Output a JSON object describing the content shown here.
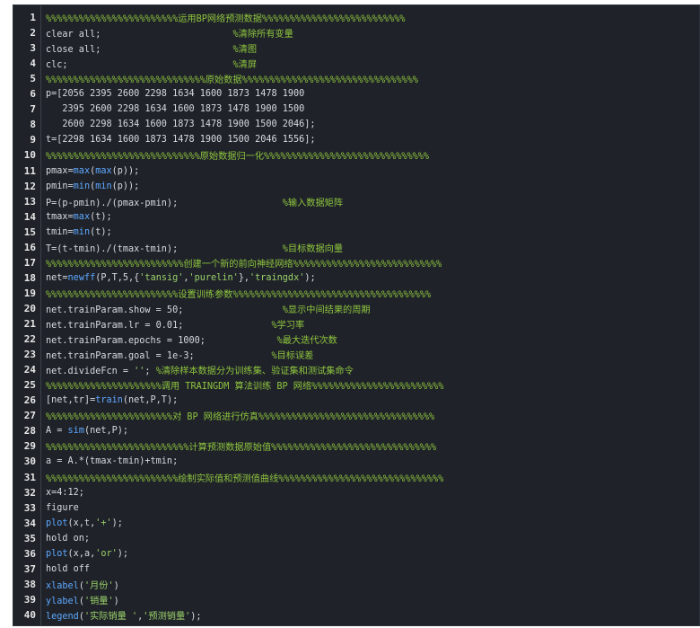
{
  "editor": {
    "lines": [
      {
        "no": "1",
        "segs": [
          {
            "t": "%%%%%%%%%%%%%%%%%%%%%%%%运用BP网络预测数据%%%%%%%%%%%%%%%%%%%%%%%%%%",
            "c": "cm"
          }
        ]
      },
      {
        "no": "2",
        "segs": [
          {
            "t": "clear all;                        ",
            "c": "nm"
          },
          {
            "t": "%清除所有变量",
            "c": "cm"
          }
        ]
      },
      {
        "no": "3",
        "segs": [
          {
            "t": "close all;                        ",
            "c": "nm"
          },
          {
            "t": "%清图",
            "c": "cm"
          }
        ]
      },
      {
        "no": "4",
        "segs": [
          {
            "t": "clc;                              ",
            "c": "nm"
          },
          {
            "t": "%清屏",
            "c": "cm"
          }
        ]
      },
      {
        "no": "5",
        "segs": [
          {
            "t": "%%%%%%%%%%%%%%%%%%%%%%%%%%%%%原始数据%%%%%%%%%%%%%%%%%%%%%%%%%%%%%%%%",
            "c": "cm"
          }
        ]
      },
      {
        "no": "6",
        "segs": [
          {
            "t": "p=[2056 2395 2600 2298 1634 1600 1873 1478 1900",
            "c": "nm"
          }
        ]
      },
      {
        "no": "7",
        "segs": [
          {
            "t": "   2395 2600 2298 1634 1600 1873 1478 1900 1500",
            "c": "nm"
          }
        ]
      },
      {
        "no": "8",
        "segs": [
          {
            "t": "   2600 2298 1634 1600 1873 1478 1900 1500 2046];",
            "c": "nm"
          }
        ]
      },
      {
        "no": "9",
        "segs": [
          {
            "t": "t=[2298 1634 1600 1873 1478 1900 1500 2046 1556];",
            "c": "nm"
          }
        ]
      },
      {
        "no": "10",
        "segs": [
          {
            "t": "%%%%%%%%%%%%%%%%%%%%%%%%%%%%原始数据归一化%%%%%%%%%%%%%%%%%%%%%%%%%%%%%%",
            "c": "cm"
          }
        ]
      },
      {
        "no": "11",
        "segs": [
          {
            "t": "pmax=",
            "c": "nm"
          },
          {
            "t": "max",
            "c": "fn"
          },
          {
            "t": "(",
            "c": "nm"
          },
          {
            "t": "max",
            "c": "fn"
          },
          {
            "t": "(p));",
            "c": "nm"
          }
        ]
      },
      {
        "no": "12",
        "segs": [
          {
            "t": "pmin=",
            "c": "nm"
          },
          {
            "t": "min",
            "c": "fn"
          },
          {
            "t": "(",
            "c": "nm"
          },
          {
            "t": "min",
            "c": "fn"
          },
          {
            "t": "(p));",
            "c": "nm"
          }
        ]
      },
      {
        "no": "13",
        "segs": [
          {
            "t": "P=(p-pmin)./(pmax-pmin);                   ",
            "c": "nm"
          },
          {
            "t": "%输入数据矩阵",
            "c": "cm"
          }
        ]
      },
      {
        "no": "14",
        "segs": [
          {
            "t": "tmax=",
            "c": "nm"
          },
          {
            "t": "max",
            "c": "fn"
          },
          {
            "t": "(t);",
            "c": "nm"
          }
        ]
      },
      {
        "no": "15",
        "segs": [
          {
            "t": "tmin=",
            "c": "nm"
          },
          {
            "t": "min",
            "c": "fn"
          },
          {
            "t": "(t);",
            "c": "nm"
          }
        ]
      },
      {
        "no": "16",
        "segs": [
          {
            "t": "T=(t-tmin)./(tmax-tmin);                   ",
            "c": "nm"
          },
          {
            "t": "%目标数据向量",
            "c": "cm"
          }
        ]
      },
      {
        "no": "17",
        "segs": [
          {
            "t": "%%%%%%%%%%%%%%%%%%%%%%%%%创建一个新的前向神经网络%%%%%%%%%%%%%%%%%%%%%%%%%%%",
            "c": "cm"
          }
        ]
      },
      {
        "no": "18",
        "segs": [
          {
            "t": "net=",
            "c": "nm"
          },
          {
            "t": "newff",
            "c": "fn"
          },
          {
            "t": "(P,T,5,{",
            "c": "nm"
          },
          {
            "t": "'tansig'",
            "c": "st"
          },
          {
            "t": ",",
            "c": "nm"
          },
          {
            "t": "'purelin'",
            "c": "st"
          },
          {
            "t": "},",
            "c": "nm"
          },
          {
            "t": "'traingdx'",
            "c": "st"
          },
          {
            "t": ");",
            "c": "nm"
          }
        ]
      },
      {
        "no": "19",
        "segs": [
          {
            "t": "%%%%%%%%%%%%%%%%%%%%%%%%设置训练参数%%%%%%%%%%%%%%%%%%%%%%%%%%%%%%%%%%%%",
            "c": "cm"
          }
        ]
      },
      {
        "no": "20",
        "segs": [
          {
            "t": "net.trainParam.show = 50;                  ",
            "c": "nm"
          },
          {
            "t": "%显示中间结果的周期",
            "c": "cm"
          }
        ]
      },
      {
        "no": "21",
        "segs": [
          {
            "t": "net.trainParam.lr = 0.01;                ",
            "c": "nm"
          },
          {
            "t": "%学习率",
            "c": "cm"
          }
        ]
      },
      {
        "no": "22",
        "segs": [
          {
            "t": "net.trainParam.epochs = 1000;             ",
            "c": "nm"
          },
          {
            "t": "%最大迭代次数",
            "c": "cm"
          }
        ]
      },
      {
        "no": "23",
        "segs": [
          {
            "t": "net.trainParam.goal = 1e-3;              ",
            "c": "nm"
          },
          {
            "t": "%目标误差",
            "c": "cm"
          }
        ]
      },
      {
        "no": "24",
        "segs": [
          {
            "t": "net.divideFcn = ",
            "c": "nm"
          },
          {
            "t": "''",
            "c": "st"
          },
          {
            "t": "; ",
            "c": "nm"
          },
          {
            "t": "%清除样本数据分为训练集、验证集和测试集命令",
            "c": "cm"
          }
        ]
      },
      {
        "no": "25",
        "segs": [
          {
            "t": "%%%%%%%%%%%%%%%%%%%%%调用 TRAINGDM 算法训练 BP 网络%%%%%%%%%%%%%%%%%%%%%%%%",
            "c": "cm"
          }
        ]
      },
      {
        "no": "26",
        "segs": [
          {
            "t": "[net,tr]=",
            "c": "nm"
          },
          {
            "t": "train",
            "c": "fn"
          },
          {
            "t": "(net,P,T);",
            "c": "nm"
          }
        ]
      },
      {
        "no": "27",
        "segs": [
          {
            "t": "%%%%%%%%%%%%%%%%%%%%%%%对 BP 网络进行仿真%%%%%%%%%%%%%%%%%%%%%%%%%%%%%%%%",
            "c": "cm"
          }
        ]
      },
      {
        "no": "28",
        "segs": [
          {
            "t": "A = ",
            "c": "nm"
          },
          {
            "t": "sim",
            "c": "fn"
          },
          {
            "t": "(net,P);",
            "c": "nm"
          }
        ]
      },
      {
        "no": "29",
        "segs": [
          {
            "t": "%%%%%%%%%%%%%%%%%%%%%%%%%%计算预测数据原始值%%%%%%%%%%%%%%%%%%%%%%%%%%%%%%",
            "c": "cm"
          }
        ]
      },
      {
        "no": "30",
        "segs": [
          {
            "t": "a = A.*(tmax-tmin)+tmin;",
            "c": "nm"
          }
        ]
      },
      {
        "no": "31",
        "segs": [
          {
            "t": "%%%%%%%%%%%%%%%%%%%%%%%%绘制实际值和预测值曲线%%%%%%%%%%%%%%%%%%%%%%%%%%%%%%",
            "c": "cm"
          }
        ]
      },
      {
        "no": "32",
        "segs": [
          {
            "t": "x=4:12;",
            "c": "nm"
          }
        ]
      },
      {
        "no": "33",
        "segs": [
          {
            "t": "figure",
            "c": "nm"
          }
        ]
      },
      {
        "no": "34",
        "segs": [
          {
            "t": "plot",
            "c": "fn"
          },
          {
            "t": "(x,t,",
            "c": "nm"
          },
          {
            "t": "'+'",
            "c": "st"
          },
          {
            "t": ");",
            "c": "nm"
          }
        ]
      },
      {
        "no": "35",
        "segs": [
          {
            "t": "hold on;",
            "c": "nm"
          }
        ]
      },
      {
        "no": "36",
        "segs": [
          {
            "t": "plot",
            "c": "fn"
          },
          {
            "t": "(x,a,",
            "c": "nm"
          },
          {
            "t": "'or'",
            "c": "st"
          },
          {
            "t": ");",
            "c": "nm"
          }
        ]
      },
      {
        "no": "37",
        "segs": [
          {
            "t": "hold off",
            "c": "nm"
          }
        ]
      },
      {
        "no": "38",
        "segs": [
          {
            "t": "xlabel",
            "c": "fn"
          },
          {
            "t": "(",
            "c": "nm"
          },
          {
            "t": "'月份'",
            "c": "st"
          },
          {
            "t": ")",
            "c": "nm"
          }
        ]
      },
      {
        "no": "39",
        "segs": [
          {
            "t": "ylabel",
            "c": "fn"
          },
          {
            "t": "(",
            "c": "nm"
          },
          {
            "t": "'销量'",
            "c": "st"
          },
          {
            "t": ")",
            "c": "nm"
          }
        ]
      },
      {
        "no": "40",
        "segs": [
          {
            "t": "legend",
            "c": "fn"
          },
          {
            "t": "(",
            "c": "nm"
          },
          {
            "t": "'实际销量 '",
            "c": "st"
          },
          {
            "t": ",",
            "c": "nm"
          },
          {
            "t": "'预测销量'",
            "c": "st"
          },
          {
            "t": ");",
            "c": "nm"
          }
        ]
      }
    ]
  }
}
